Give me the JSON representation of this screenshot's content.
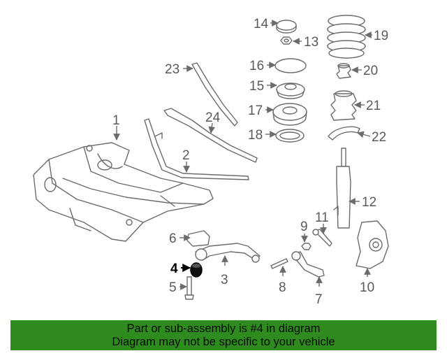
{
  "banner": {
    "line1": "Part or sub-assembly is #4 in diagram",
    "line2": "Diagram may not be specific to your vehicle",
    "color": "#2e8b1e"
  },
  "highlight_color": "#000000",
  "callouts": {
    "n1": "1",
    "n2": "2",
    "n3": "3",
    "n4": "4",
    "n5": "5",
    "n6": "6",
    "n7": "7",
    "n8": "8",
    "n9": "9",
    "n10": "10",
    "n11": "11",
    "n12": "12",
    "n13": "13",
    "n14": "14",
    "n15": "15",
    "n16": "16",
    "n17": "17",
    "n18": "18",
    "n19": "19",
    "n20": "20",
    "n21": "21",
    "n22": "22",
    "n23": "23",
    "n24": "24"
  },
  "highlighted_part": "4"
}
